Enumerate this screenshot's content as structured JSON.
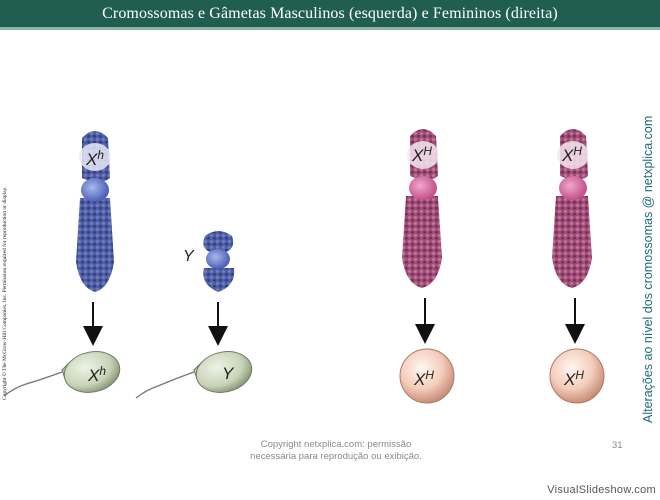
{
  "title": "Cromossomas e Gâmetas Masculinos (esquerda) e Femininos (direita)",
  "copyright_vertical": "Copyright © The McGraw-Hill Companies, Inc. Permission required for reproduction or display.",
  "side_note": "Alterações ao nível dos cromossomas @ netxplica.com",
  "labels": {
    "x_chrom_male": "X",
    "x_chrom_male_sup": "h",
    "y_chrom": "Y",
    "x_chrom_female_1": "X",
    "x_chrom_female_1_sup": "H",
    "x_chrom_female_2": "X",
    "x_chrom_female_2_sup": "H",
    "sperm_x": "X",
    "sperm_x_sup": "h",
    "sperm_y": "Y",
    "egg_1": "X",
    "egg_1_sup": "H",
    "egg_2": "X",
    "egg_2_sup": "H"
  },
  "footer": {
    "line1": "Copyright netxplica.com: permissão",
    "line2": "necessária para reprodução ou exibição.",
    "page_number": "31"
  },
  "watermark": "VisualSlideshow.com",
  "colors": {
    "title_bar": "#1f5e50",
    "male_chromosome": "#4f5fa6",
    "female_chromosome": "#a04e78",
    "sperm_head": "#c7d3b8",
    "egg": "#f3cdbb"
  }
}
